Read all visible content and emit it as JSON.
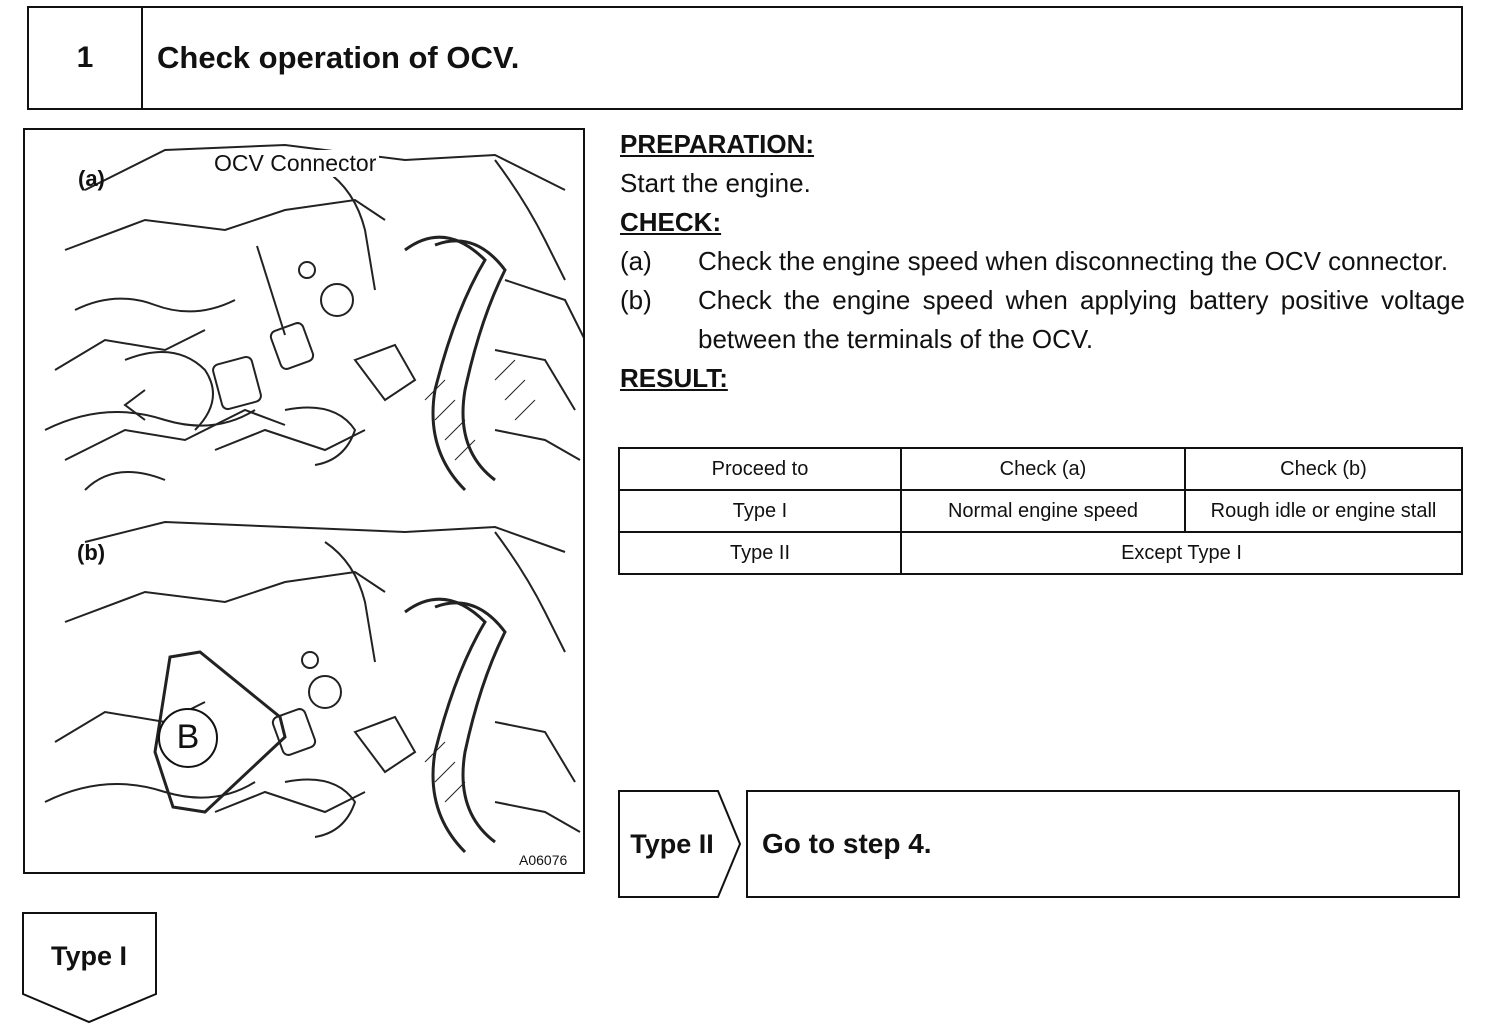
{
  "step": {
    "number": "1",
    "title": "Check operation of OCV."
  },
  "figure": {
    "label_a": "(a)",
    "label_b": "(b)",
    "connector_label": "OCV Connector",
    "battery_symbol": "B",
    "figure_code": "A06076"
  },
  "preparation": {
    "heading": "PREPARATION:",
    "text": "Start the engine."
  },
  "check": {
    "heading": "CHECK:",
    "items": [
      {
        "key": "(a)",
        "text": "Check the engine speed when disconnecting the OCV connector."
      },
      {
        "key": "(b)",
        "text": "Check the engine speed when applying battery positive voltage between the terminals of the OCV."
      }
    ]
  },
  "result": {
    "heading": "RESULT:",
    "headers": [
      "Proceed to",
      "Check (a)",
      "Check (b)"
    ],
    "rows": [
      {
        "proceed": "Type I",
        "check_a": "Normal engine speed",
        "check_b": "Rough idle or engine stall"
      },
      {
        "proceed": "Type II",
        "except": "Except Type I"
      }
    ]
  },
  "type_ii": {
    "label": "Type II",
    "action": "Go to step 4."
  },
  "type_i": {
    "label": "Type I"
  }
}
